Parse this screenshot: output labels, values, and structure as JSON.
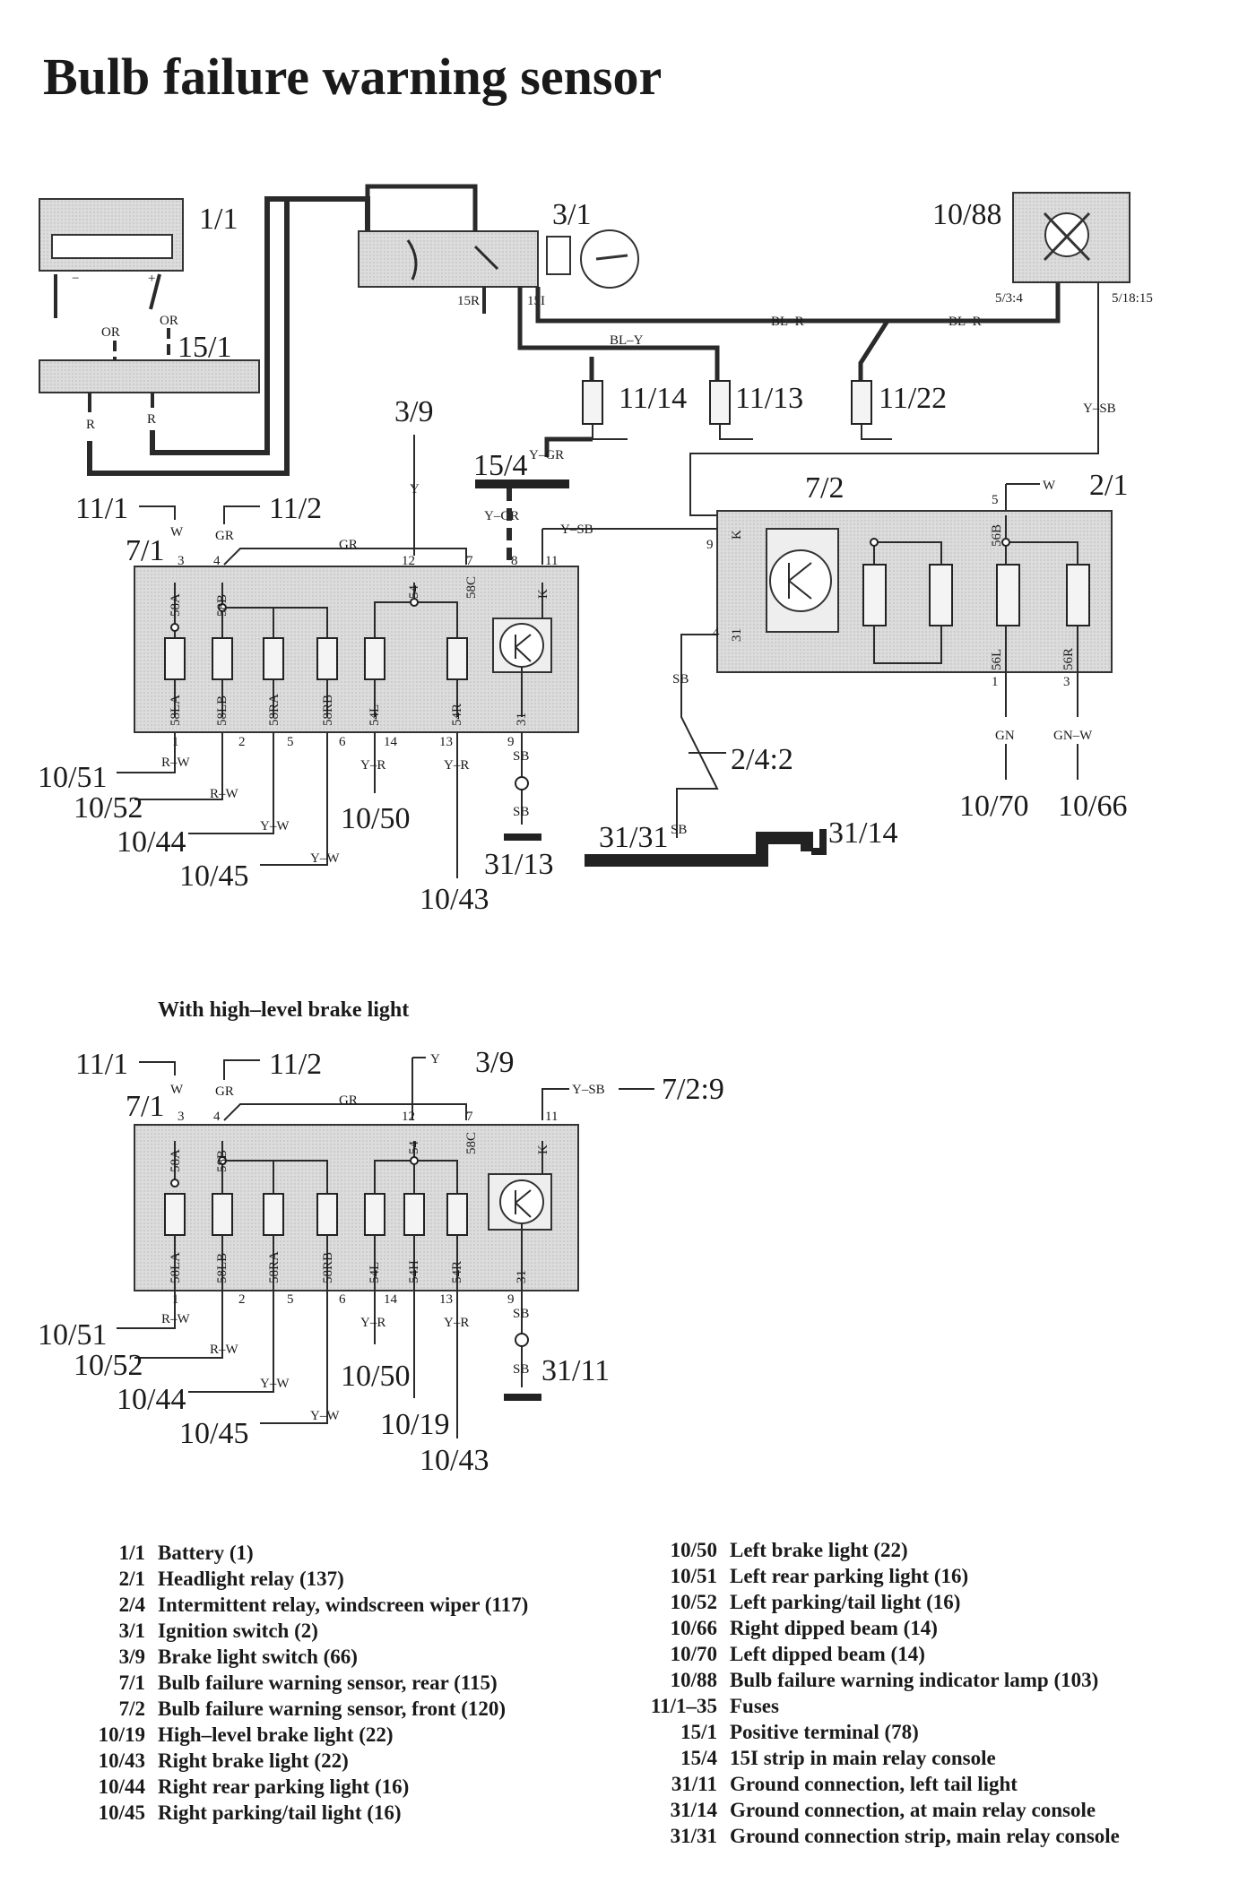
{
  "title": "Bulb failure warning sensor",
  "subtitle": "With high–level brake light",
  "components": {
    "battery": "1/1",
    "positive_terminal": "15/1",
    "ignition_switch": "3/1",
    "indicator_lamp": "10/88",
    "fuse_11_14": "11/14",
    "fuse_11_13": "11/13",
    "fuse_11_22": "11/22",
    "brake_switch": "3/9",
    "strip_15_4": "15/4",
    "fuse_11_1": "11/1",
    "fuse_11_2": "11/2",
    "rear_sensor": "7/1",
    "front_sensor": "7/2",
    "headlight_relay": "2/1",
    "wiper_relay": "2/4:2",
    "ground_strip": "31/31",
    "ground_main": "31/14",
    "ground_13": "31/13",
    "ground_left_tail": "31/11",
    "front_ref": "7/2:9"
  },
  "outputs_top": [
    "10/51",
    "10/52",
    "10/44",
    "10/45",
    "10/50",
    "10/43",
    "10/70",
    "10/66"
  ],
  "outputs_bottom": [
    "10/51",
    "10/52",
    "10/44",
    "10/45",
    "10/50",
    "10/19",
    "10/43"
  ],
  "wire_colors": {
    "or": "OR",
    "r": "R",
    "bl_r": "BL–R",
    "bl_y": "BL–Y",
    "y_sb": "Y–SB",
    "y_gr": "Y–GR",
    "w": "W",
    "gr": "GR",
    "y": "Y",
    "sb": "SB",
    "r_w": "R–W",
    "y_w": "Y–W",
    "y_r": "Y–R",
    "gn": "GN",
    "gn_w": "GN–W"
  },
  "pins": {
    "p58a": "58A",
    "p58b": "58B",
    "p58c": "58C",
    "p54": "54",
    "pk": "K",
    "p58la": "58LA",
    "p58lb": "58LB",
    "p58ra": "58RA",
    "p58rb": "58RB",
    "p54l": "54L",
    "p54r": "54R",
    "p54h": "54H",
    "p31": "31",
    "p56b": "56B",
    "p56l": "56L",
    "p56r": "56R",
    "s15r": "15R",
    "s15i": "15I",
    "s534": "5/3:4",
    "s51815": "5/18:15",
    "n1": "1",
    "n2": "2",
    "n3": "3",
    "n4": "4",
    "n5": "5",
    "n6": "6",
    "n7": "7",
    "n8": "8",
    "n9": "9",
    "n11": "11",
    "n12": "12",
    "n13": "13",
    "n14": "14"
  },
  "legend_left": [
    {
      "code": "1/1",
      "desc": "Battery (1)"
    },
    {
      "code": "2/1",
      "desc": "Headlight relay (137)"
    },
    {
      "code": "2/4",
      "desc": "Intermittent relay, windscreen wiper (117)"
    },
    {
      "code": "3/1",
      "desc": "Ignition switch (2)"
    },
    {
      "code": "3/9",
      "desc": "Brake light switch (66)"
    },
    {
      "code": "7/1",
      "desc": "Bulb failure warning sensor, rear (115)"
    },
    {
      "code": "7/2",
      "desc": "Bulb failure warning sensor, front (120)"
    },
    {
      "code": "10/19",
      "desc": "High–level brake light (22)"
    },
    {
      "code": "10/43",
      "desc": "Right brake light (22)"
    },
    {
      "code": "10/44",
      "desc": "Right rear parking light (16)"
    },
    {
      "code": "10/45",
      "desc": "Right parking/tail light (16)"
    }
  ],
  "legend_right": [
    {
      "code": "10/50",
      "desc": "Left brake light (22)"
    },
    {
      "code": "10/51",
      "desc": "Left rear parking light (16)"
    },
    {
      "code": "10/52",
      "desc": "Left parking/tail light (16)"
    },
    {
      "code": "10/66",
      "desc": "Right dipped beam (14)"
    },
    {
      "code": "10/70",
      "desc": "Left dipped beam (14)"
    },
    {
      "code": "10/88",
      "desc": "Bulb failure warning indicator lamp (103)"
    },
    {
      "code": "11/1–35",
      "desc": "Fuses"
    },
    {
      "code": "15/1",
      "desc": "Positive terminal (78)"
    },
    {
      "code": "15/4",
      "desc": "15I strip in main relay console"
    },
    {
      "code": "31/11",
      "desc": "Ground connection, left tail light"
    },
    {
      "code": "31/14",
      "desc": "Ground connection, at main relay console"
    },
    {
      "code": "31/31",
      "desc": "Ground connection strip, main relay console"
    }
  ]
}
